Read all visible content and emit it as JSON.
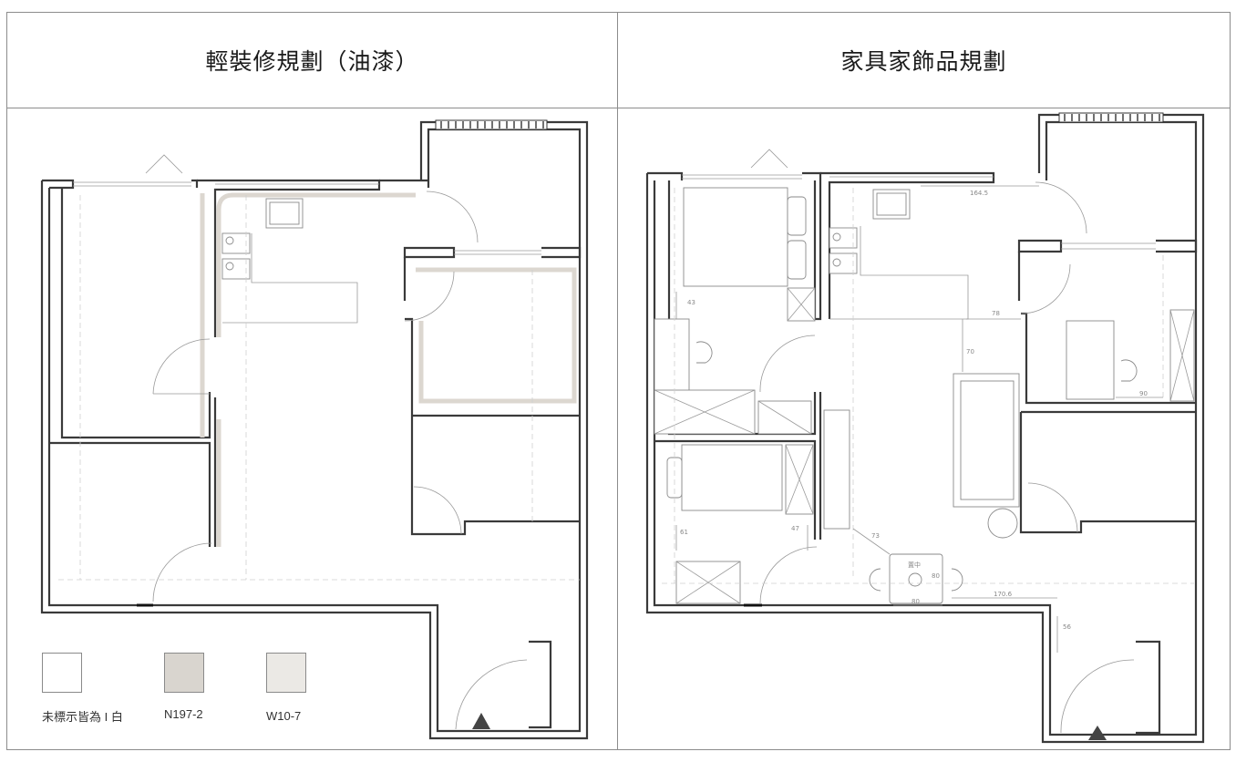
{
  "panels": [
    {
      "title": "輕裝修規劃（油漆）"
    },
    {
      "title": "家具家飾品規劃"
    }
  ],
  "legend": [
    {
      "label": "未標示皆為 I 白",
      "color": "#ffffff"
    },
    {
      "label": "N197-2",
      "color": "#d9d5cf"
    },
    {
      "label": "W10-7",
      "color": "#ebe9e5"
    }
  ],
  "dimensions": [
    "164.5",
    "43",
    "78",
    "70",
    "90",
    "61",
    "47",
    "73",
    "80",
    "80",
    "170.6",
    "56"
  ],
  "table_label": "置中"
}
